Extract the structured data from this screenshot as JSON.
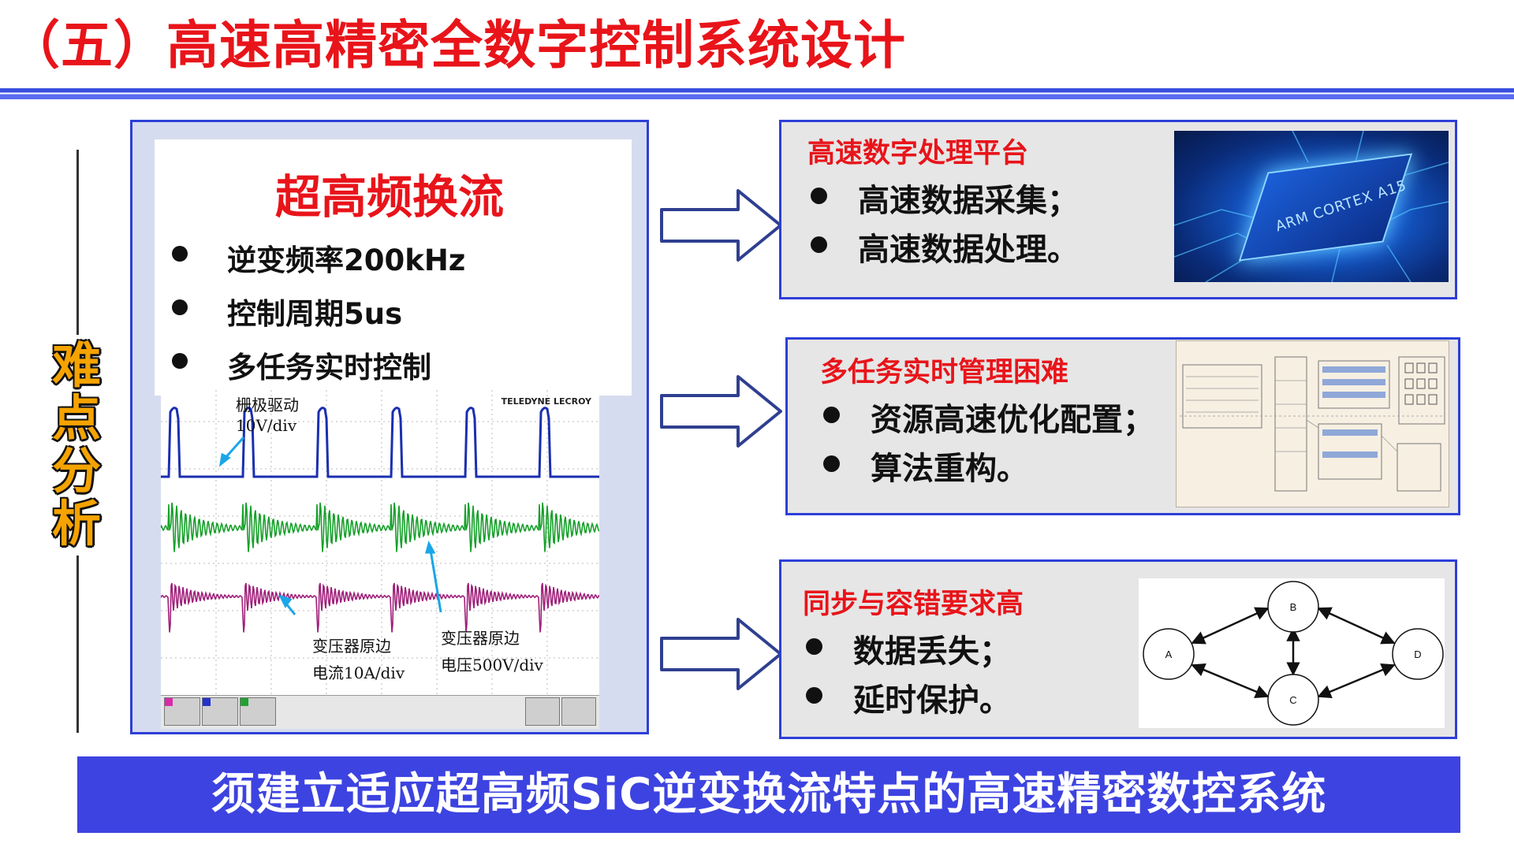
{
  "title": "（五）高速高精密全数字控制系统设计",
  "side_label": [
    "难",
    "点",
    "分",
    "析"
  ],
  "left_panel": {
    "heading": "超高频换流",
    "bullets": [
      "逆变频率200kHz",
      "控制周期5us",
      "多任务实时控制"
    ],
    "scope": {
      "gate_label_1": "栅极驱动",
      "gate_label_2": "10V/div",
      "current_label_1": "变压器原边",
      "current_label_2": "电流10A/div",
      "voltage_label_1": "变压器原边",
      "voltage_label_2": "电压500V/div",
      "brand": "TELEDYNE LECROY",
      "colors": {
        "gate": "#1a2fb0",
        "voltage": "#16a02a",
        "current": "#a0207a"
      }
    }
  },
  "cards": [
    {
      "heading": "高速数字处理平台",
      "bullets": [
        "高速数据采集；",
        "高速数据处理。"
      ],
      "image_text": [
        "ARM CORTEX",
        "A15"
      ]
    },
    {
      "heading": "多任务实时管理困难",
      "bullets": [
        "资源高速优化配置；",
        "算法重构。"
      ]
    },
    {
      "heading": "同步与容错要求高",
      "bullets": [
        "数据丢失；",
        "延时保护。"
      ],
      "graph_nodes": [
        "A",
        "B",
        "C",
        "D"
      ]
    }
  ],
  "banner": "须建立适应超高频SiC逆变换流特点的高速精密数控系统",
  "accent_colors": {
    "title_red": "#e8141a",
    "border_blue": "#2d3fd8",
    "banner_blue": "#3d43e0",
    "side_orange": "#f5a300"
  }
}
